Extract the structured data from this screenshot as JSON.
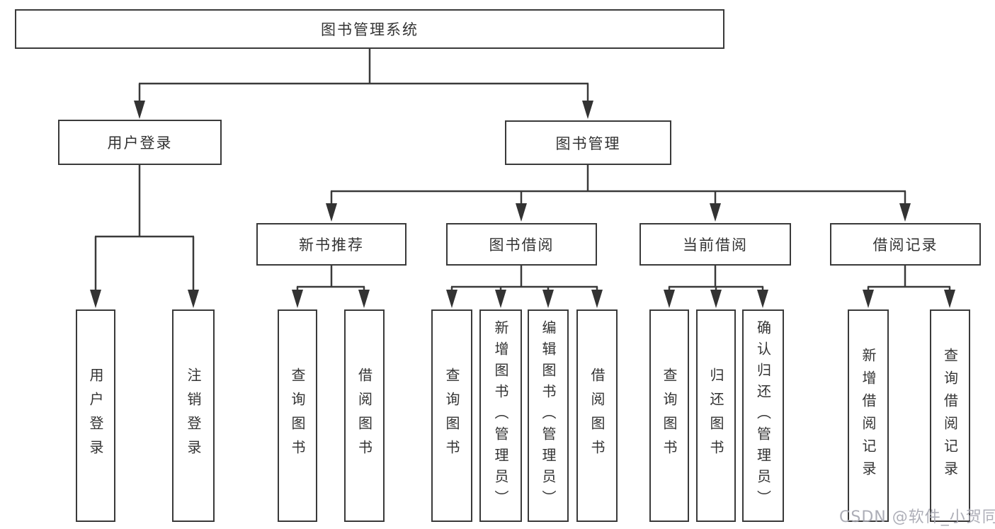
{
  "diagram": {
    "title": "图书管理系统",
    "nodes": {
      "root": {
        "label": "图书管理系统"
      },
      "level2": [
        {
          "label": "用户登录"
        },
        {
          "label": "图书管理"
        }
      ],
      "level3": [
        {
          "label": "新书推荐"
        },
        {
          "label": "图书借阅"
        },
        {
          "label": "当前借阅"
        },
        {
          "label": "借阅记录"
        }
      ],
      "leaves": {
        "user": [
          {
            "label": "用户登录"
          },
          {
            "label": "注销登录"
          }
        ],
        "recommend": [
          {
            "label": "查询图书"
          },
          {
            "label": "借阅图书"
          }
        ],
        "borrow": [
          {
            "label": "查询图书"
          },
          {
            "label": "新增图书（管理员）"
          },
          {
            "label": "编辑图书（管理员）"
          },
          {
            "label": "借阅图书"
          }
        ],
        "current": [
          {
            "label": "查询图书"
          },
          {
            "label": "归还图书"
          },
          {
            "label": "确认归还（管理员）"
          }
        ],
        "records": [
          {
            "label": "新增借阅记录"
          },
          {
            "label": "查询借阅记录"
          }
        ]
      }
    },
    "colors": {
      "line": "#3a3a3a",
      "text": "#333333",
      "background": "#ffffff",
      "watermark_color": "#a5a6b0"
    }
  },
  "watermark": "CSDN @软件_小贺同学"
}
